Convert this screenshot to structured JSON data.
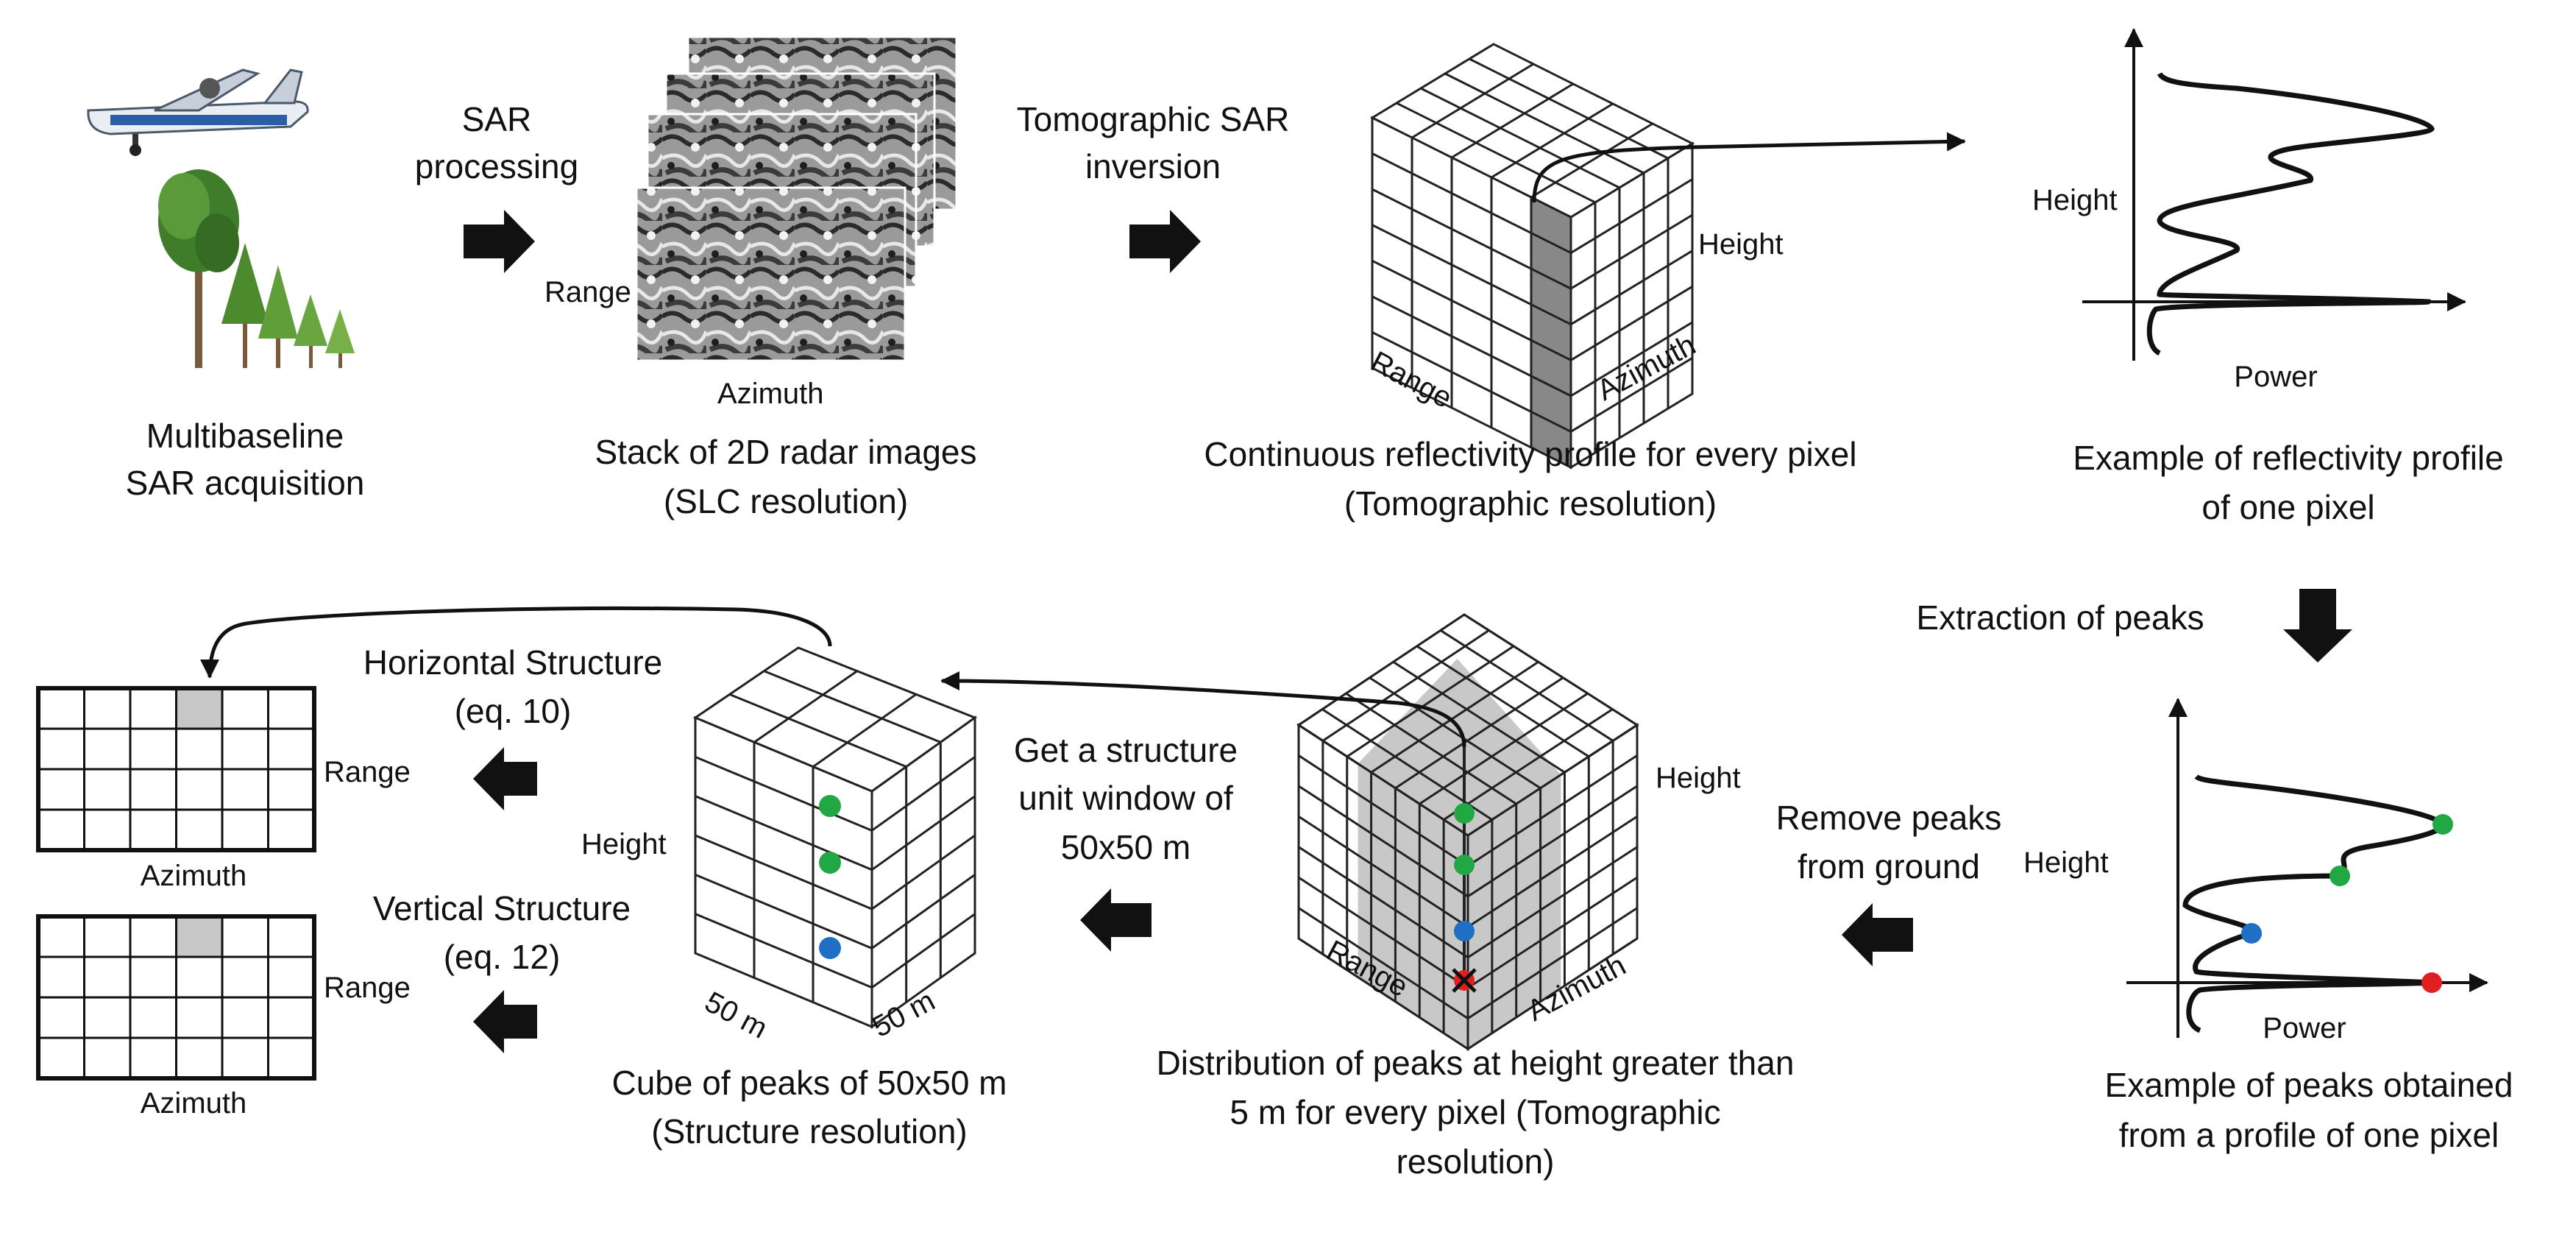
{
  "row1": {
    "acquisition_caption": [
      "Multibaseline",
      "SAR acquisition"
    ],
    "sar_processing_label": [
      "SAR",
      "processing"
    ],
    "stack": {
      "range_label": "Range",
      "azimuth_label": "Azimuth",
      "caption": [
        "Stack of 2D radar images",
        "(SLC resolution)"
      ]
    },
    "tomo_inversion_label": [
      "Tomographic SAR",
      "inversion"
    ],
    "cube1": {
      "height_label": "Height",
      "range_label": "Range",
      "azimuth_label": "Azimuth",
      "caption": [
        "Continuous reflectivity profile for every pixel",
        "(Tomographic resolution)"
      ]
    },
    "profile": {
      "height_label": "Height",
      "power_label": "Power",
      "caption": [
        "Example of reflectivity profile",
        "of one pixel"
      ]
    }
  },
  "extraction_label": "Extraction of peaks",
  "row2": {
    "peaks_profile": {
      "height_label": "Height",
      "power_label": "Power",
      "caption": [
        "Example of peaks obtained",
        "from a profile of one pixel"
      ],
      "peak_colors": [
        "#22a745",
        "#22a745",
        "#1f6fc4",
        "#e02020"
      ]
    },
    "remove_label": [
      "Remove peaks",
      "from ground"
    ],
    "cube2": {
      "height_label": "Height",
      "range_label": "Range",
      "azimuth_label": "Azimuth",
      "caption": [
        "Distribution of peaks at height greater than",
        "5 m for every pixel (Tomographic",
        "resolution)"
      ]
    },
    "window_label": [
      "Get a structure",
      "unit window of",
      "50x50 m"
    ],
    "cube3": {
      "height_label": "Height",
      "side_label_left": "50 m",
      "side_label_right": "50 m",
      "caption": [
        "Cube of peaks of 50x50 m",
        "(Structure resolution)"
      ]
    },
    "horizontal": {
      "label": [
        "Horizontal Structure",
        "(eq. 10)"
      ],
      "range_label": "Range",
      "azimuth_label": "Azimuth"
    },
    "vertical": {
      "label": [
        "Vertical Structure",
        "(eq. 12)"
      ],
      "range_label": "Range",
      "azimuth_label": "Azimuth"
    }
  },
  "colors": {
    "green_peak": "#22a745",
    "blue_peak": "#1f6fc4",
    "red_peak": "#e02020",
    "column_fill": "#888888",
    "highlight_fill": "#c8c8c8"
  }
}
